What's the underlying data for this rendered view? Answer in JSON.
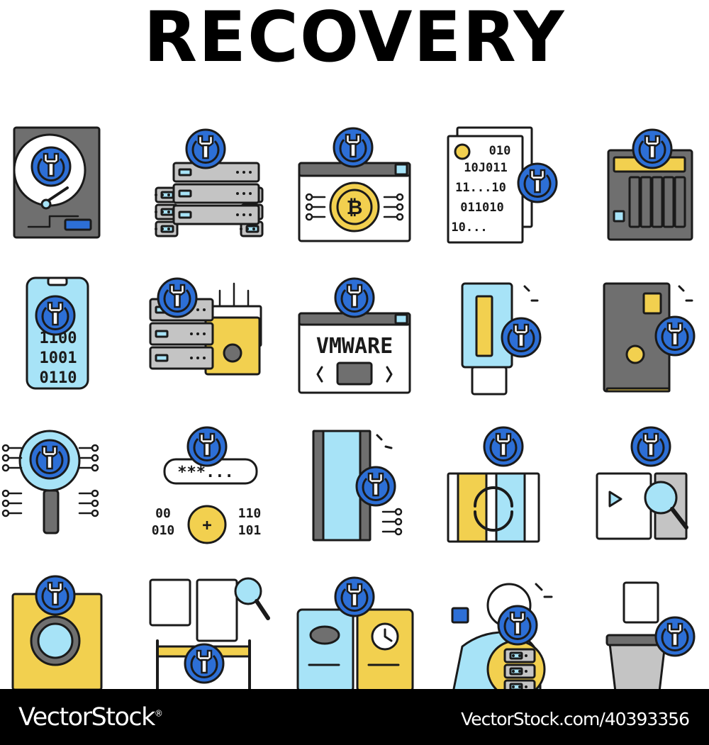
{
  "title": "RECOVERY",
  "colors": {
    "stroke": "#1a1a1a",
    "blue": "#2d6fd6",
    "light_blue": "#a7e3f7",
    "yellow": "#f2d04f",
    "gray": "#6f6f6f",
    "light_gray": "#c4c4c4",
    "background": "#ffffff"
  },
  "icons": [
    {
      "name": "hard-disk-recovery-icon"
    },
    {
      "name": "server-rack-recovery-icon"
    },
    {
      "name": "bitcoin-wallet-recovery-icon"
    },
    {
      "name": "corrupted-binary-file-recovery-icon"
    },
    {
      "name": "nas-storage-recovery-icon"
    },
    {
      "name": "smartphone-data-recovery-icon",
      "text_lines": [
        "1100",
        "1001",
        "0110"
      ]
    },
    {
      "name": "server-folder-recovery-icon"
    },
    {
      "name": "vmware-recovery-icon",
      "label": "VMWARE"
    },
    {
      "name": "usb-flash-drive-recovery-icon"
    },
    {
      "name": "ssd-drive-recovery-icon"
    },
    {
      "name": "search-circuit-recovery-icon"
    },
    {
      "name": "password-recovery-icon",
      "mask": "***...",
      "left_bits": [
        "00",
        "010"
      ],
      "right_bits": [
        "110",
        "101"
      ]
    },
    {
      "name": "video-film-recovery-icon"
    },
    {
      "name": "film-sync-recovery-icon"
    },
    {
      "name": "media-file-search-recovery-icon"
    },
    {
      "name": "optical-disk-recovery-icon"
    },
    {
      "name": "forensic-documents-recovery-icon"
    },
    {
      "name": "database-backup-recovery-icon"
    },
    {
      "name": "technician-recovery-icon"
    },
    {
      "name": "trash-file-recovery-icon"
    }
  ],
  "footer": {
    "brand": "VectorStock",
    "brand_mark": "®",
    "image_id": "VectorStock.com/40393356"
  }
}
